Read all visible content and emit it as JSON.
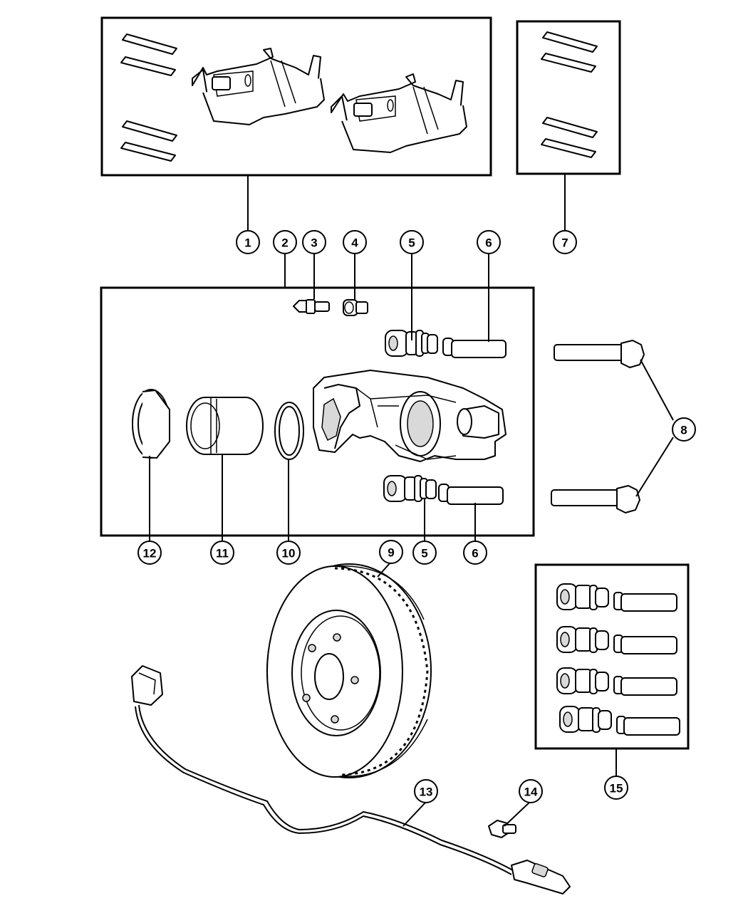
{
  "diagram": {
    "callouts": [
      "1",
      "2",
      "3",
      "4",
      "5",
      "6",
      "7",
      "8",
      "9",
      "10",
      "11",
      "12",
      "13",
      "14",
      "15"
    ],
    "lower_callouts": {
      "c5b": "5",
      "c6b": "6"
    }
  },
  "parts": [
    {
      "id": "1",
      "name": "brake-pad-kit"
    },
    {
      "id": "2",
      "name": "caliper-assembly"
    },
    {
      "id": "3",
      "name": "bleeder-screw"
    },
    {
      "id": "4",
      "name": "bleeder-cap"
    },
    {
      "id": "5",
      "name": "guide-pin-boot"
    },
    {
      "id": "6",
      "name": "guide-pin-bushing"
    },
    {
      "id": "7",
      "name": "anti-rattle-clip-kit"
    },
    {
      "id": "8",
      "name": "caliper-guide-pin-bolt"
    },
    {
      "id": "9",
      "name": "brake-rotor"
    },
    {
      "id": "10",
      "name": "piston-seal"
    },
    {
      "id": "11",
      "name": "caliper-piston"
    },
    {
      "id": "12",
      "name": "piston-dust-boot"
    },
    {
      "id": "13",
      "name": "wheel-speed-sensor-wire"
    },
    {
      "id": "14",
      "name": "sensor-bolt"
    },
    {
      "id": "15",
      "name": "boot-bushing-kit"
    }
  ]
}
